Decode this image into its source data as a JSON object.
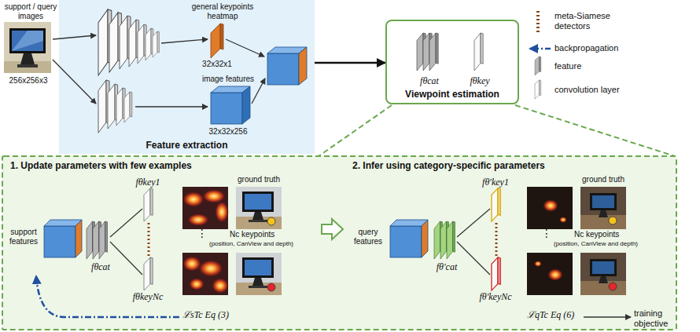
{
  "diagram": {
    "nodes": [
      {
        "text": [
          "Feature extraction"
        ]
      },
      {
        "text": [
          "Viewpoint estimation"
        ]
      },
      {
        "text": [
          "1. Update parameters with few examples"
        ]
      },
      {
        "text": [
          "2. Infer using category-specific parameters"
        ]
      }
    ],
    "edges": [
      {
        "from": 0,
        "to": 1,
        "arrow": "to"
      },
      {
        "from": 2,
        "to": 3,
        "arrow": "to"
      }
    ],
    "labels": [
      "support / query images",
      "256x256x3",
      "general keypoints heatmap",
      "32x32x1",
      "image features",
      "32x32x256",
      "fθcat",
      "fθkey",
      "support features",
      "fθcat",
      "fθkey1",
      "fθkeyNc",
      "ground truth",
      "⋮",
      "Nc keypoints",
      "(position, CanView and depth)",
      "ℒsTc Eq (3)",
      "query features",
      "fθ′cat",
      "fθ′key1",
      "fθ′keyNc",
      "ground truth",
      "⋮",
      "Nc keypoints",
      "(position, CanView and depth)",
      "ℒqTc Eq (6)",
      "training objective"
    ],
    "legend": [
      {
        "text": "meta-Siamese detectors"
      },
      {
        "text": "backpropagation"
      },
      {
        "text": "feature"
      },
      {
        "text": "convolution layer"
      }
    ]
  }
}
